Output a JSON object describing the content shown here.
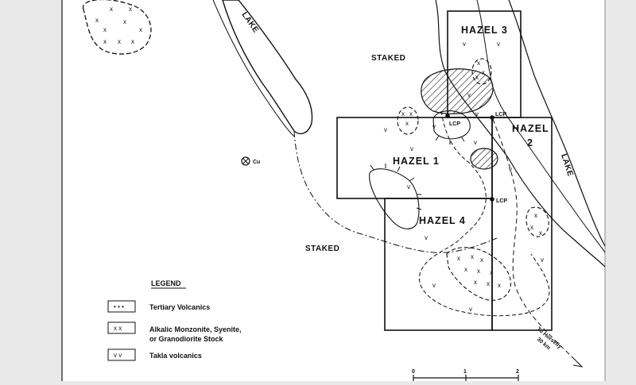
{
  "map": {
    "lake_label_upper": "LAKE",
    "lake_label_right": "LAKE",
    "staked_upper": "STAKED",
    "staked_lower": "STAKED",
    "claims": [
      {
        "id": "hazel3",
        "label": "HAZEL 3"
      },
      {
        "id": "hazel1",
        "label": "HAZEL 1"
      },
      {
        "id": "hazel2_line1",
        "label": "HAZEL"
      },
      {
        "id": "hazel2_line2",
        "label": "2"
      },
      {
        "id": "hazel4",
        "label": "HAZEL 4"
      }
    ],
    "lcp_labels": [
      "LCP",
      "LCP",
      "LCP"
    ],
    "cu_label": "Cu",
    "road_label_line1": "To Horsefly",
    "road_label_line2": "30 km"
  },
  "legend": {
    "title": "LEGEND",
    "items": [
      {
        "symbol": "• • •",
        "label": "Tertiary Volcanics"
      },
      {
        "symbol": "x   x",
        "label_line1": "Alkalic Monzonite, Syenite,",
        "label_line2": "or Granodiorite Stock"
      },
      {
        "symbol": "v   v",
        "label": "Takla volcanics"
      }
    ]
  },
  "scale": {
    "ticks": [
      "0",
      "1",
      "2"
    ]
  },
  "colors": {
    "background": "#e9e9e9",
    "paper": "#ffffff",
    "ink": "#111111"
  }
}
